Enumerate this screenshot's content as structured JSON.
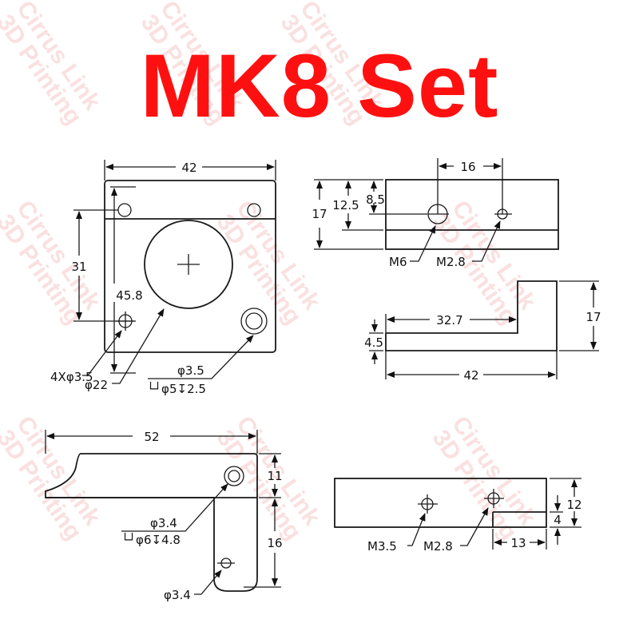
{
  "title": "MK8 Set",
  "watermark": {
    "line1": "Cirrus Link",
    "line2": "3D Printing",
    "color": "#f6c8c8"
  },
  "colors": {
    "title": "#ff1010",
    "lines": "#1a1a1a",
    "background": "#ffffff"
  },
  "views": {
    "top_left_plate": {
      "width": "42",
      "hole_spacing": "31",
      "height": "45.8",
      "holes": "4Xφ3.5",
      "center_bore": "φ22",
      "counterbore_hole": "φ3.5",
      "counterbore_spec": "└┘φ5↧2.5"
    },
    "top_right_side": {
      "hole_spacing": "16",
      "overall_height": "17",
      "height_12_5": "12.5",
      "height_8_5": "8.5",
      "thread_large": "M6",
      "thread_small": "M2.8"
    },
    "mid_right_profile": {
      "step_length": "32.7",
      "base_thickness": "4.5",
      "total_length": "42",
      "total_height": "17"
    },
    "bottom_left_lever": {
      "width": "52",
      "arm_height": "11",
      "tab_height": "16",
      "counterbore_hole": "φ3.4",
      "counterbore_spec": "└┘φ6↧4.8",
      "pivot_hole": "φ3.4"
    },
    "bottom_right_block": {
      "thread_large": "M3.5",
      "thread_small": "M2.8",
      "height": "12",
      "step_height": "4",
      "step_length": "13"
    }
  }
}
